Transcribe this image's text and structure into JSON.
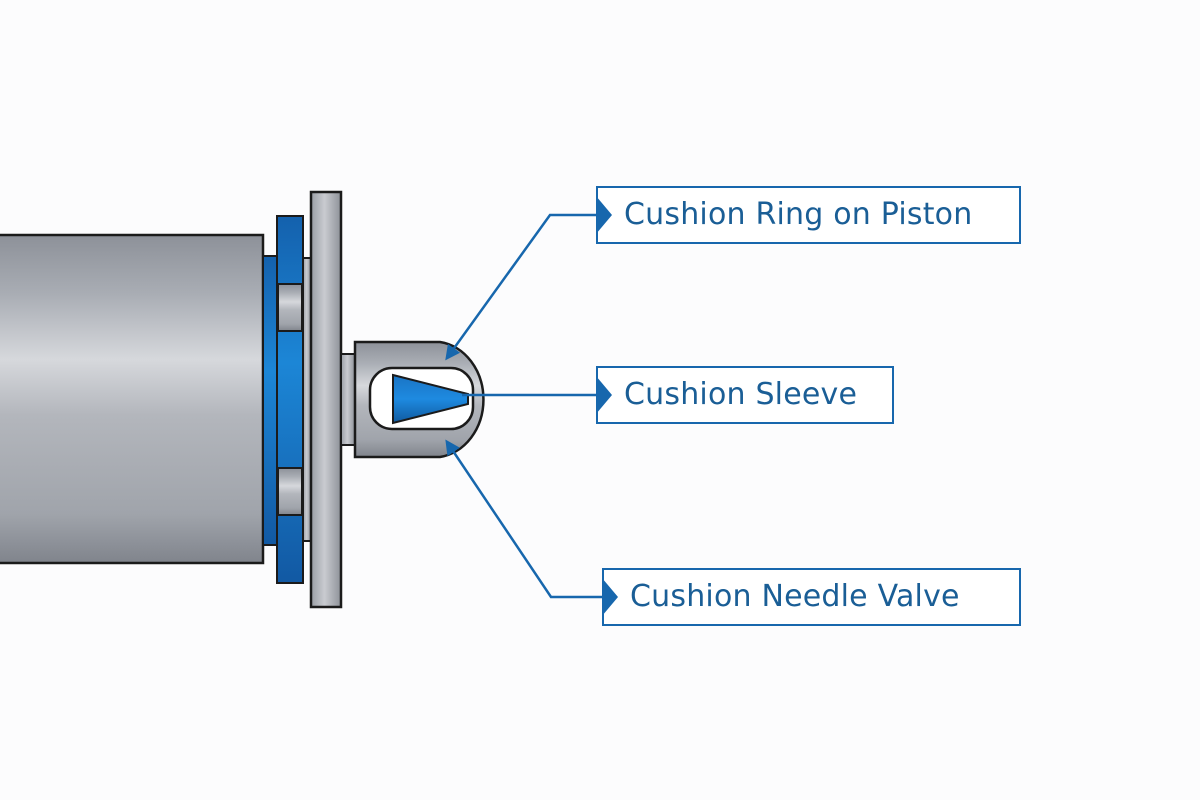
{
  "diagram": {
    "title": "Hydraulic cylinder cushioning components",
    "subject": "hydraulic-cylinder-end-cushion",
    "labels": [
      {
        "id": "cushion-ring-on-piston",
        "text": "Cushion Ring on Piston",
        "points_to": "cushion-sleeve-outer-top"
      },
      {
        "id": "cushion-sleeve",
        "text": "Cushion Sleeve",
        "points_to": "cushion-needle-cone-tip"
      },
      {
        "id": "cushion-needle-valve",
        "text": "Cushion Needle Valve",
        "points_to": "cushion-sleeve-outer-bottom"
      }
    ],
    "colors": {
      "accent_blue": "#1767ad",
      "label_text": "#1a5e96",
      "steel_gray": "#a9adb4",
      "outline": "#1b1b1b",
      "background": "#fcfcfd"
    }
  }
}
